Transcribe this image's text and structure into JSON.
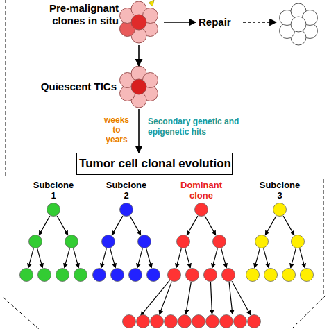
{
  "diagram": {
    "nodes": [
      {
        "text": [
          "Pre-malignant clones in situ"
        ]
      },
      {
        "text": [
          "Quiescent TICs"
        ]
      },
      {
        "text": [
          "Tumor cell clonal evolution"
        ]
      }
    ],
    "edges": [
      {
        "from": 0,
        "to": 1,
        "arrow": "to"
      },
      {
        "from": 1,
        "to": 2,
        "arrow": "to"
      }
    ],
    "labels": [
      "Repair",
      "weeks to years",
      "Secondary genetic and epigenetic hits",
      "Subclone 1",
      "Subclone 2",
      "Dominant clone",
      "Subclone 3"
    ]
  }
}
